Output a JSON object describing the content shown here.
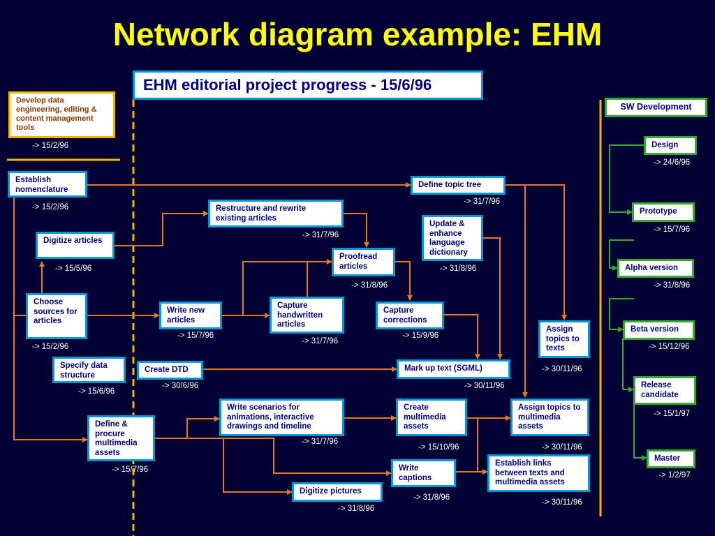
{
  "title": "Network diagram example: EHM",
  "subtitle": "EHM editorial project progress - 15/6/96",
  "nodes": {
    "develop": {
      "label": "Develop data engineering, editing & content management tools",
      "date": "-> 15/2/96"
    },
    "establish": {
      "label": "Establish nomenclature",
      "date": "-> 15/2/96"
    },
    "digitize_articles": {
      "label": "Digitize articles",
      "date": "-> 15/5/96"
    },
    "choose": {
      "label": "Choose sources for articles",
      "date": "-> 15/2/96"
    },
    "specify": {
      "label": "Specify data structure",
      "date": "-> 15/6/96"
    },
    "define_procure": {
      "label": "Define & procure multimedia assets",
      "date": "-> 15/7/96"
    },
    "restructure": {
      "label": "Restructure and rewrite existing articles",
      "date": "-> 31/7/96"
    },
    "write_new": {
      "label": "Write new articles",
      "date": "-> 15/7/96"
    },
    "capture_hand": {
      "label": "Capture handwritten articles",
      "date": "-> 31/7/96"
    },
    "proofread": {
      "label": "Proofread articles",
      "date": "-> 31/8/96"
    },
    "capture_corr": {
      "label": "Capture corrections",
      "date": "-> 15/9/96"
    },
    "define_topic": {
      "label": "Define topic tree",
      "date": "-> 31/7/96"
    },
    "update": {
      "label": "Update & enhance language dictionary",
      "date": "-> 31/8/96"
    },
    "create_dtd": {
      "label": "Create DTD",
      "date": "-> 30/6/96"
    },
    "markup": {
      "label": "Mark up text (SGML)",
      "date": "-> 30/11/96"
    },
    "assign_texts": {
      "label": "Assign topics to texts",
      "date": "-> 30/11/96"
    },
    "scenarios": {
      "label": "Write scenarios for animations, interactive drawings and timeline",
      "date": "-> 31/7/96"
    },
    "create_mm": {
      "label": "Create multimedia assets",
      "date": "-> 15/10/96"
    },
    "assign_mm": {
      "label": "Assign topics to multimedia assets",
      "date": "-> 30/11/96"
    },
    "captions": {
      "label": "Write captions",
      "date": "-> 31/8/96"
    },
    "links": {
      "label": "Establish links between texts and multimedia assets",
      "date": "-> 30/11/96"
    },
    "pictures": {
      "label": "Digitize pictures",
      "date": "-> 31/8/96"
    }
  },
  "sw": {
    "header": "SW Development",
    "design": {
      "label": "Design",
      "date": "-> 24/6/96"
    },
    "prototype": {
      "label": "Prototype",
      "date": "-> 15/7/96"
    },
    "alpha": {
      "label": "Alpha version",
      "date": "-> 31/8/96"
    },
    "beta": {
      "label": "Beta version",
      "date": "-> 15/12/96"
    },
    "release": {
      "label": "Release candidate",
      "date": "-> 15/1/97"
    },
    "master": {
      "label": "Master",
      "date": "-> 1/2/97"
    }
  },
  "colors": {
    "background": "#000033",
    "title": "#ffff00",
    "node_border": "#0099dd",
    "arrow": "#e87722",
    "sw_arrow": "#33aa33",
    "divider": "#f5b400"
  }
}
